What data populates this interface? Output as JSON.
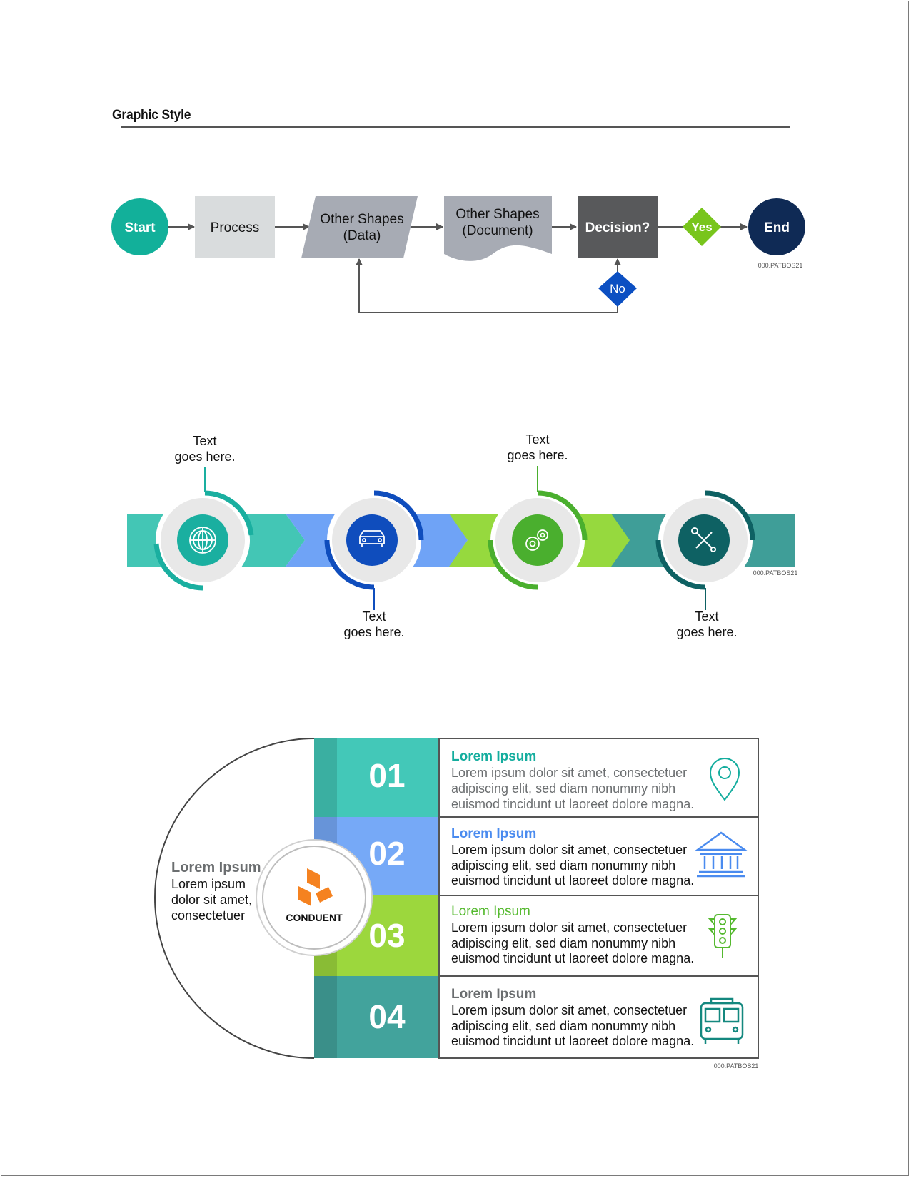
{
  "page": {
    "title": "Graphic Style"
  },
  "flowchart": {
    "start": "Start",
    "process": "Process",
    "data": [
      "Other Shapes",
      "(Data)"
    ],
    "document": [
      "Other Shapes",
      "(Document)"
    ],
    "decision": "Decision?",
    "yes": "Yes",
    "no": "No",
    "end": "End",
    "code": "000.PATBOS21",
    "colors": {
      "start": "#12b09a",
      "process": "#d9dcdd",
      "data": "#a7abb4",
      "decision": "#58595b",
      "yes": "#78c51c",
      "no": "#0b4fc2",
      "end": "#0f2a55"
    }
  },
  "timeline": {
    "steps": [
      {
        "label": [
          "Text",
          "goes here."
        ],
        "icon": "globe-target-icon",
        "color": "#1aafa0"
      },
      {
        "label": [
          "Text",
          "goes here."
        ],
        "icon": "car-icon",
        "color": "#0f4dbd"
      },
      {
        "label": [
          "Text",
          "goes here."
        ],
        "icon": "gears-icon",
        "color": "#4aaf2e"
      },
      {
        "label": [
          "Text",
          "goes here."
        ],
        "icon": "tools-icon",
        "color": "#0e6163"
      }
    ],
    "code": "000.PATBOS21"
  },
  "infographic": {
    "left": {
      "heading": "Lorem Ipsum",
      "lines": [
        "Lorem ipsum",
        "dolor sit amet,",
        "consectetuer"
      ]
    },
    "logo_text": "CONDUENT",
    "items": [
      {
        "num": "01",
        "title": "Lorem Ipsum",
        "lines": [
          "Lorem ipsum dolor sit amet, consectetuer",
          "adipiscing elit, sed diam nonummy nibh",
          "euismod tincidunt ut laoreet dolore magna."
        ],
        "icon": "map-pin-icon",
        "color": "#43c8b8",
        "title_color": "#14ad9e"
      },
      {
        "num": "02",
        "title": "Lorem Ipsum",
        "lines": [
          "Lorem ipsum dolor sit amet, consectetuer",
          "adipiscing elit, sed diam nonummy nibh",
          "euismod tincidunt ut laoreet dolore magna."
        ],
        "icon": "bank-icon",
        "color": "#76a9f7",
        "title_color": "#4a8bef"
      },
      {
        "num": "03",
        "title": "Lorem Ipsum",
        "lines": [
          "Lorem ipsum dolor sit amet, consectetuer",
          "adipiscing elit, sed diam nonummy nibh",
          "euismod tincidunt ut laoreet dolore magna."
        ],
        "icon": "traffic-light-icon",
        "color": "#9cd73d",
        "title_color": "#55b92f"
      },
      {
        "num": "04",
        "title": "Lorem Ipsum",
        "lines": [
          "Lorem ipsum dolor sit amet, consectetuer",
          "adipiscing elit, sed diam nonummy nibh",
          "euismod tincidunt ut laoreet dolore magna."
        ],
        "icon": "bus-icon",
        "color": "#42a39c",
        "title_color": "#6b6e70"
      }
    ],
    "code": "000.PATBOS21"
  }
}
